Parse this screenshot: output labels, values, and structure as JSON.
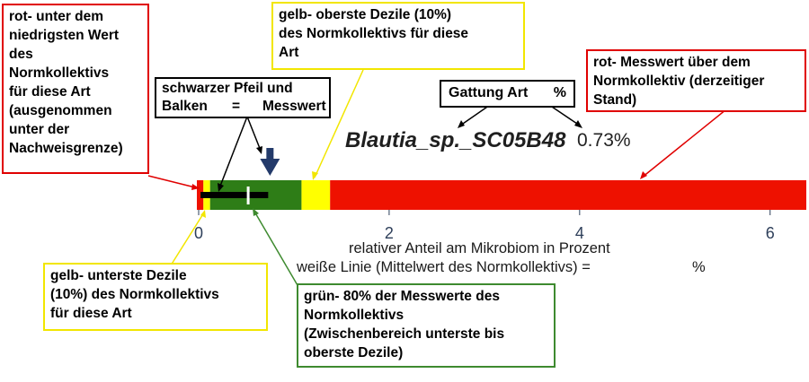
{
  "species": {
    "name": "Blautia_sp._SC05B48",
    "value": "0.73%"
  },
  "header_box": {
    "col1": "Gattung Art",
    "col2": "%"
  },
  "arrow_box": {
    "line1": "schwarzer Pfeil und",
    "line2_a": "Balken",
    "line2_b": "=",
    "line2_c": "Messwert"
  },
  "callouts": {
    "red_below": "rot- unter dem\nniedrigsten Wert\ndes\nNormkollektivs\nfür diese Art\n(ausgenommen\nunter der\nNachweisgrenze)",
    "yellow_top": "gelb- oberste Dezile (10%)\ndes Normkollektivs für diese\nArt",
    "red_above": "rot- Messwert über dem\nNormkollektiv (derzeitiger\nStand)",
    "yellow_bottom": "gelb- unterste Dezile\n(10%)  des Normkollektivs\nfür diese Art",
    "green": "grün- 80%  der Messwerte des\nNormkollektivs\n(Zwischenbereich unterste bis\noberste Dezile)"
  },
  "axis": {
    "title": "relativer Anteil am Mikrobiom in Prozent",
    "ticks": [
      "0",
      "2",
      "4",
      "6"
    ]
  },
  "white_line_note": {
    "text": "weiße Linie (Mittelwert des Normkollektivs) =",
    "pct": "%"
  },
  "chart_data": {
    "type": "bar",
    "orientation": "horizontal",
    "xlim": [
      0,
      6.38
    ],
    "xticks": [
      0,
      2,
      4,
      6
    ],
    "segments": [
      {
        "label": "rot- unter dem niedrigsten Wert",
        "from": -0.02,
        "to": 0.05,
        "color": "#ee1100"
      },
      {
        "label": "gelb- unterste Dezile",
        "from": 0.05,
        "to": 0.12,
        "color": "#ffff00"
      },
      {
        "label": "grün- 80%",
        "from": 0.12,
        "to": 1.08,
        "color": "#2e7d17"
      },
      {
        "label": "gelb- oberste Dezile",
        "from": 1.08,
        "to": 1.38,
        "color": "#ffff00"
      },
      {
        "label": "rot- Messwert über dem Normkollektiv",
        "from": 1.38,
        "to": 6.38,
        "color": "#ee1100"
      }
    ],
    "measured_value": 0.73,
    "measured_bar": [
      0.02,
      0.73
    ],
    "mean_line": 0.52,
    "colors": {
      "measured": "#000000",
      "mean": "#ffffff",
      "arrow": "#233a6a"
    }
  }
}
